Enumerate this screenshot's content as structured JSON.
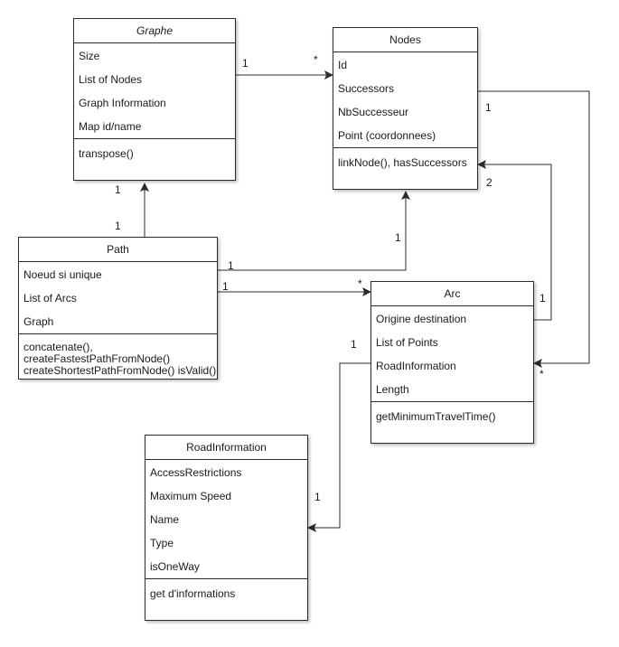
{
  "classes": {
    "graphe": {
      "name": "Graphe",
      "attributes": [
        "Size",
        "List of Nodes",
        "Graph Information",
        "Map id/name"
      ],
      "operations": [
        "transpose()"
      ]
    },
    "nodes": {
      "name": "Nodes",
      "attributes": [
        "Id",
        "Successors",
        "NbSuccesseur",
        "Point (coordonnees)"
      ],
      "operations": [
        "linkNode(), hasSuccessors"
      ]
    },
    "path": {
      "name": "Path",
      "attributes": [
        "Noeud si unique",
        "List of Arcs",
        "Graph"
      ],
      "operations": [
        "concatenate(),",
        "createFastestPathFromNode()",
        "createShortestPathFromNode() isValid()"
      ]
    },
    "arc": {
      "name": "Arc",
      "attributes": [
        "Origine destination",
        "List of Points",
        "RoadInformation",
        "Length"
      ],
      "operations": [
        "getMinimumTravelTime()"
      ]
    },
    "roadinfo": {
      "name": "RoadInformation",
      "attributes": [
        "AccessRestrictions",
        "Maximum Speed",
        "Name",
        "Type",
        "isOneWay"
      ],
      "operations": [
        "get d'informations"
      ]
    }
  },
  "multiplicities": {
    "graphe_nodes_src": "1",
    "graphe_nodes_dst": "*",
    "nodes_right_src": "1",
    "nodes_linknode_dst": "2",
    "graphe_bottom": "1",
    "path_top": "1",
    "path_nodes_dst": "1",
    "path_nodes_src": "1",
    "path_arc_src": "1",
    "path_arc_dst": "*",
    "arc_right_src": "1",
    "arc_self_dst": "*",
    "arc_road_src": "1",
    "road_dst": "1"
  }
}
